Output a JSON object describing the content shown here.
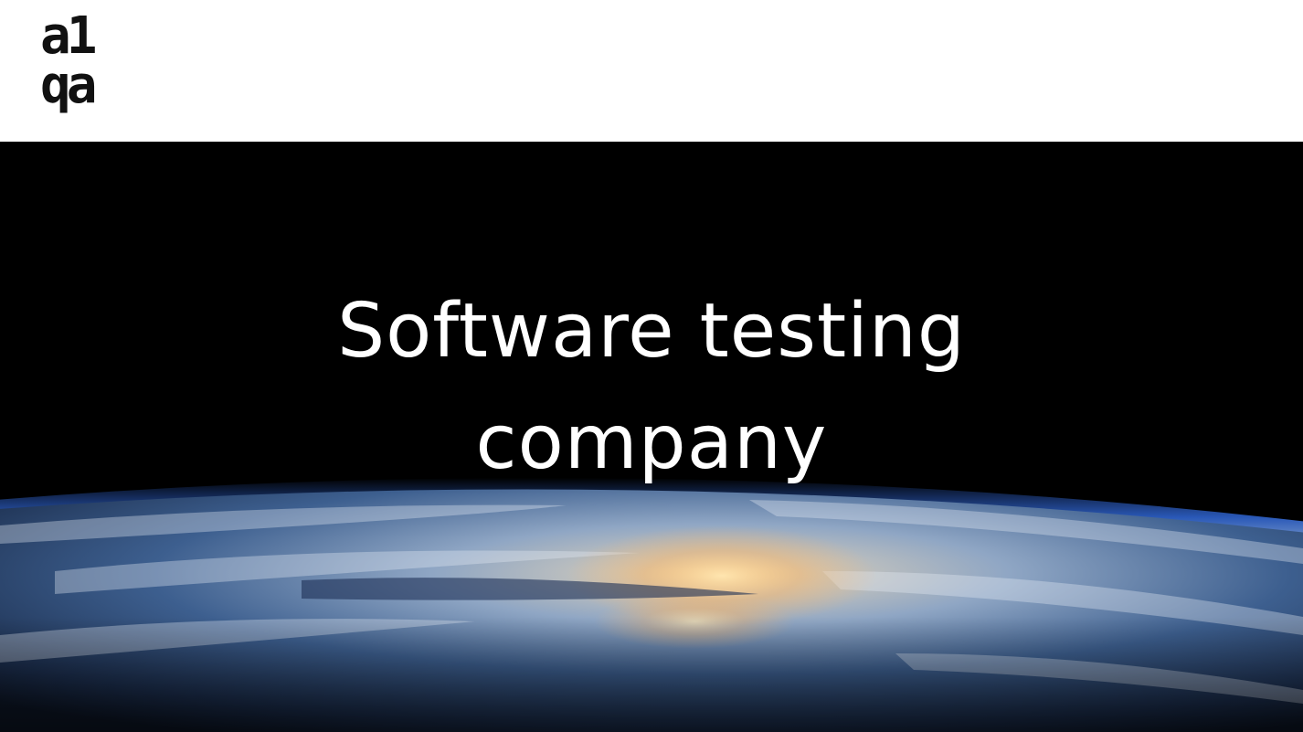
{
  "logo": {
    "line1": "a1",
    "line2": "qa"
  },
  "hero": {
    "headline_line1": "Software testing",
    "headline_line2": "company"
  },
  "colors": {
    "background": "#ffffff",
    "hero_background": "#000000",
    "headline_text": "#ffffff",
    "logo_text": "#111111",
    "atmosphere_glow": "#2b6cff"
  }
}
